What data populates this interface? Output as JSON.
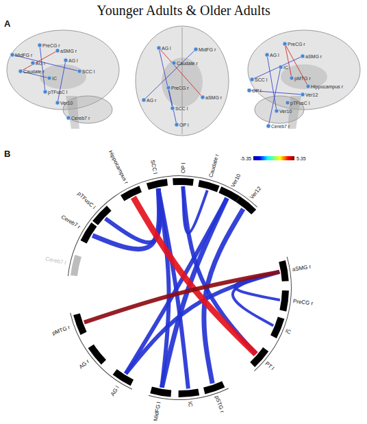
{
  "diagram": {
    "title": "Younger Adults & Older Adults",
    "nodes": [
      {
        "text": [
          "Cereb7 l"
        ]
      },
      {
        "text": [
          "Cereb7 r"
        ]
      },
      {
        "text": [
          "pTFusC l"
        ]
      },
      {
        "text": [
          "Hippocampus r"
        ]
      },
      {
        "text": [
          "SCC l"
        ]
      },
      {
        "text": [
          "OP l"
        ]
      },
      {
        "text": [
          "Caudate r"
        ]
      },
      {
        "text": [
          "Ver10"
        ]
      },
      {
        "text": [
          "Ver12"
        ]
      },
      {
        "text": [
          "aSMG r"
        ]
      },
      {
        "text": [
          "PreCG r"
        ]
      },
      {
        "text": [
          "IC"
        ]
      },
      {
        "text": [
          "PT l"
        ]
      },
      {
        "text": [
          "pSTG r"
        ]
      },
      {
        "text": [
          "IC"
        ]
      },
      {
        "text": [
          "MidFG l"
        ]
      },
      {
        "text": [
          "AG l"
        ]
      },
      {
        "text": [
          "AG r"
        ]
      },
      {
        "text": [
          "pMTG r"
        ]
      }
    ],
    "edges": [
      {
        "from": 1,
        "to": 4,
        "arrow": "none"
      },
      {
        "from": 2,
        "to": 4,
        "arrow": "none"
      },
      {
        "from": 5,
        "to": 6,
        "arrow": "none"
      },
      {
        "from": 4,
        "to": 14,
        "arrow": "none"
      },
      {
        "from": 4,
        "to": 15,
        "arrow": "none"
      },
      {
        "from": 7,
        "to": 15,
        "arrow": "none"
      },
      {
        "from": 7,
        "to": 16,
        "arrow": "none"
      },
      {
        "from": 8,
        "to": 13,
        "arrow": "none"
      },
      {
        "from": 16,
        "to": 9,
        "arrow": "none"
      },
      {
        "from": 12,
        "to": 5,
        "arrow": "none"
      },
      {
        "from": 10,
        "to": 9,
        "arrow": "none"
      },
      {
        "from": 11,
        "to": 9,
        "arrow": "none"
      },
      {
        "from": 3,
        "to": 12,
        "arrow": "none"
      },
      {
        "from": 18,
        "to": 9,
        "arrow": "none"
      }
    ],
    "labels": [
      "A",
      "PreCG r",
      "MidFG r",
      "aSMG r",
      "AG l",
      "AG r",
      "Caudate r",
      "SCC l",
      "IC",
      "pTFusC l",
      "Ver10",
      "Cereb7 r",
      "AG l",
      "MidFG r",
      "Caudate r",
      "PreCG r",
      "aSMG r",
      "SCC l",
      "AG r",
      "OP l",
      "PreCG r",
      "aSMG r",
      "AG l",
      "IC",
      "pMTG r",
      "SCC l",
      "Hippocampus r",
      "OP l",
      "Ver12",
      "pTFusC l",
      "Ver10",
      "Cereb7 r",
      "B",
      "-5.35",
      "5.35"
    ]
  }
}
